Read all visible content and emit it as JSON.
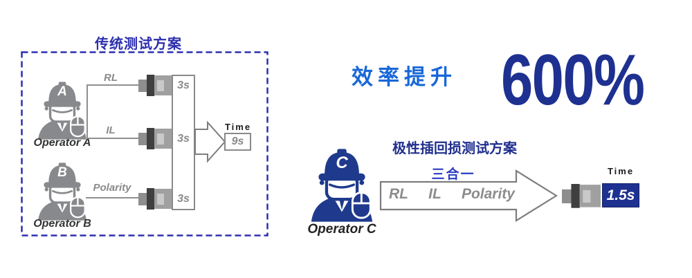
{
  "colors": {
    "dash_blue": "#2c2fae",
    "bright_blue": "#1867d8",
    "navy": "#1e3191",
    "scheme_title_navy": "#202f8e",
    "badge_blue": "#2a3cc0",
    "gray": "#8a8a8a",
    "operator_gray": "#87898c",
    "operator_navy": "#1f3a8c"
  },
  "traditional": {
    "title": "传统测试方案",
    "operators": [
      {
        "letter": "A",
        "label": "Operator A"
      },
      {
        "letter": "B",
        "label": "Operator B"
      }
    ],
    "tests": [
      "RL",
      "IL",
      "Polarity"
    ],
    "durations": [
      "3s",
      "3s",
      "3s"
    ],
    "time_label": "Time",
    "total_time": "9s"
  },
  "efficiency": {
    "label": "效率提升",
    "value": "600%"
  },
  "new_scheme": {
    "title": "极性插回损测试方案",
    "badge": "三合一",
    "operator": {
      "letter": "C",
      "label": "Operator C"
    },
    "tests": [
      "RL",
      "IL",
      "Polarity"
    ],
    "time_label": "Time",
    "total_time": "1.5s"
  }
}
